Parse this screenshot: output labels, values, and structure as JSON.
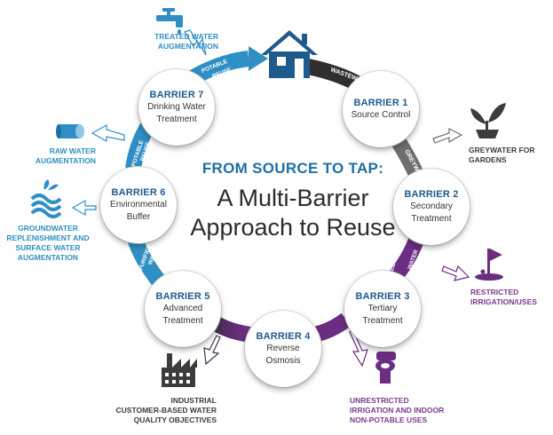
{
  "title_line1": "FROM SOURCE TO TAP:",
  "title_line2a": "A Multi-Barrier",
  "title_line2b": "Approach to Reuse",
  "barriers": [
    {
      "label": "BARRIER 1",
      "lines": [
        "Source Control"
      ]
    },
    {
      "label": "BARRIER 2",
      "lines": [
        "Secondary",
        "Treatment"
      ]
    },
    {
      "label": "BARRIER 3",
      "lines": [
        "Tertiary",
        "Treatment"
      ]
    },
    {
      "label": "BARRIER 4",
      "lines": [
        "Reverse",
        "Osmosis"
      ]
    },
    {
      "label": "BARRIER 5",
      "lines": [
        "Advanced",
        "Treatment"
      ]
    },
    {
      "label": "BARRIER 6",
      "lines": [
        "Environmental",
        "Buffer"
      ]
    },
    {
      "label": "BARRIER 7",
      "lines": [
        "Drinking Water",
        "Treatment"
      ]
    }
  ],
  "ring_labels": {
    "wastewater": "WASTEWATER",
    "greywater": "GREYWATER",
    "recycled_1": "RECYCLED",
    "recycled_2": "WATER",
    "purified_1": "PURIFIED",
    "purified_2": "WATER",
    "potable_reuse_left_1": "POTABLE",
    "potable_reuse_left_2": "REUSE",
    "potable_reuse_top_1": "POTABLE",
    "potable_reuse_top_2": "REUSE"
  },
  "outputs": {
    "treated_1": "TREATED WATER",
    "treated_2": "AUGMENTATION",
    "raw_1": "RAW WATER",
    "raw_2": "AUGMENTATION",
    "ground_1": "GROUNDWATER",
    "ground_2": "REPLENISHMENT AND",
    "ground_3": "SURFACE WATER",
    "ground_4": "AUGMENTATION",
    "grey_1": "GREYWATER FOR",
    "grey_2": "GARDENS",
    "restricted_1": "RESTRICTED",
    "restricted_2": "IRRIGATION/USES",
    "unrestricted_1": "UNRESTRICTED",
    "unrestricted_2": "IRRIGATION AND INDOOR",
    "unrestricted_3": "NON-POTABLE USES",
    "industrial_1": "INDUSTRIAL",
    "industrial_2": "CUSTOMER-BASED WATER",
    "industrial_3": "QUALITY OBJECTIVES"
  },
  "colors": {
    "blue": "#2f8fc4",
    "navy": "#1f5a8c",
    "dark": "#2f2f2f",
    "grey": "#6e6e6e",
    "purple": "#6b2d82",
    "purple_dark": "#4a2c58"
  },
  "icons": [
    "house-icon",
    "faucet-icon",
    "pipe-icon",
    "water-waves-icon",
    "plant-icon",
    "golf-flag-icon",
    "toilet-icon",
    "factory-icon"
  ]
}
